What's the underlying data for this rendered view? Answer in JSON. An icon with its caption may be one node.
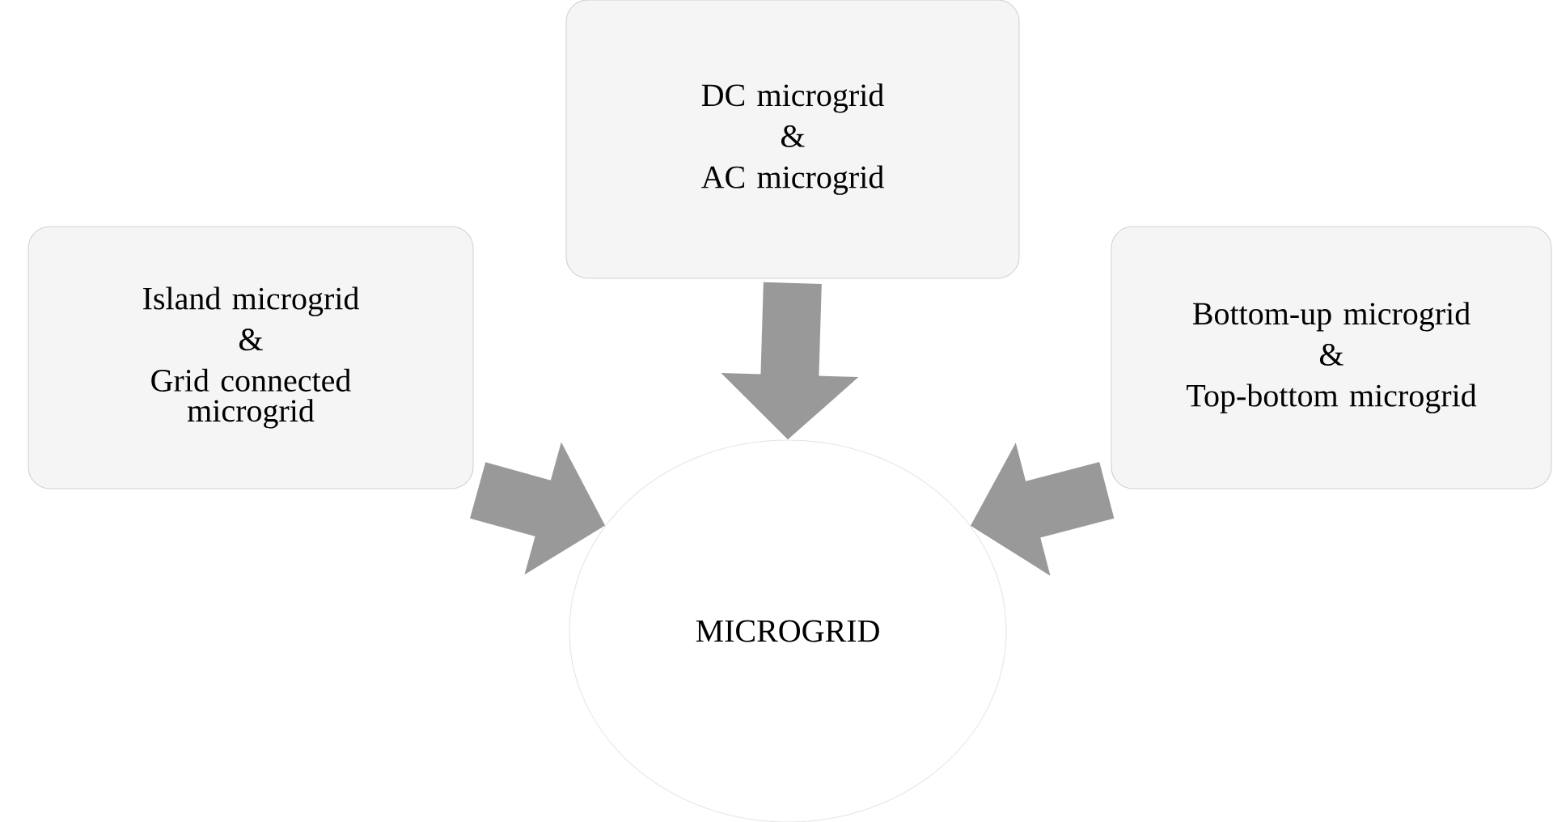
{
  "diagram": {
    "nodes": [
      {
        "text": [
          "Island microgrid",
          "&",
          "Grid connected microgrid"
        ]
      },
      {
        "text": [
          "DC microgrid",
          "&",
          "AC microgrid"
        ]
      },
      {
        "text": [
          "Bottom-up microgrid",
          "&",
          "Top-bottom microgrid"
        ]
      },
      {
        "text": [
          "MICROGRID"
        ]
      }
    ],
    "edges": [
      {
        "from": 0,
        "to": 3,
        "arrow": "to"
      },
      {
        "from": 1,
        "to": 3,
        "arrow": "to"
      },
      {
        "from": 2,
        "to": 3,
        "arrow": "to"
      }
    ]
  }
}
